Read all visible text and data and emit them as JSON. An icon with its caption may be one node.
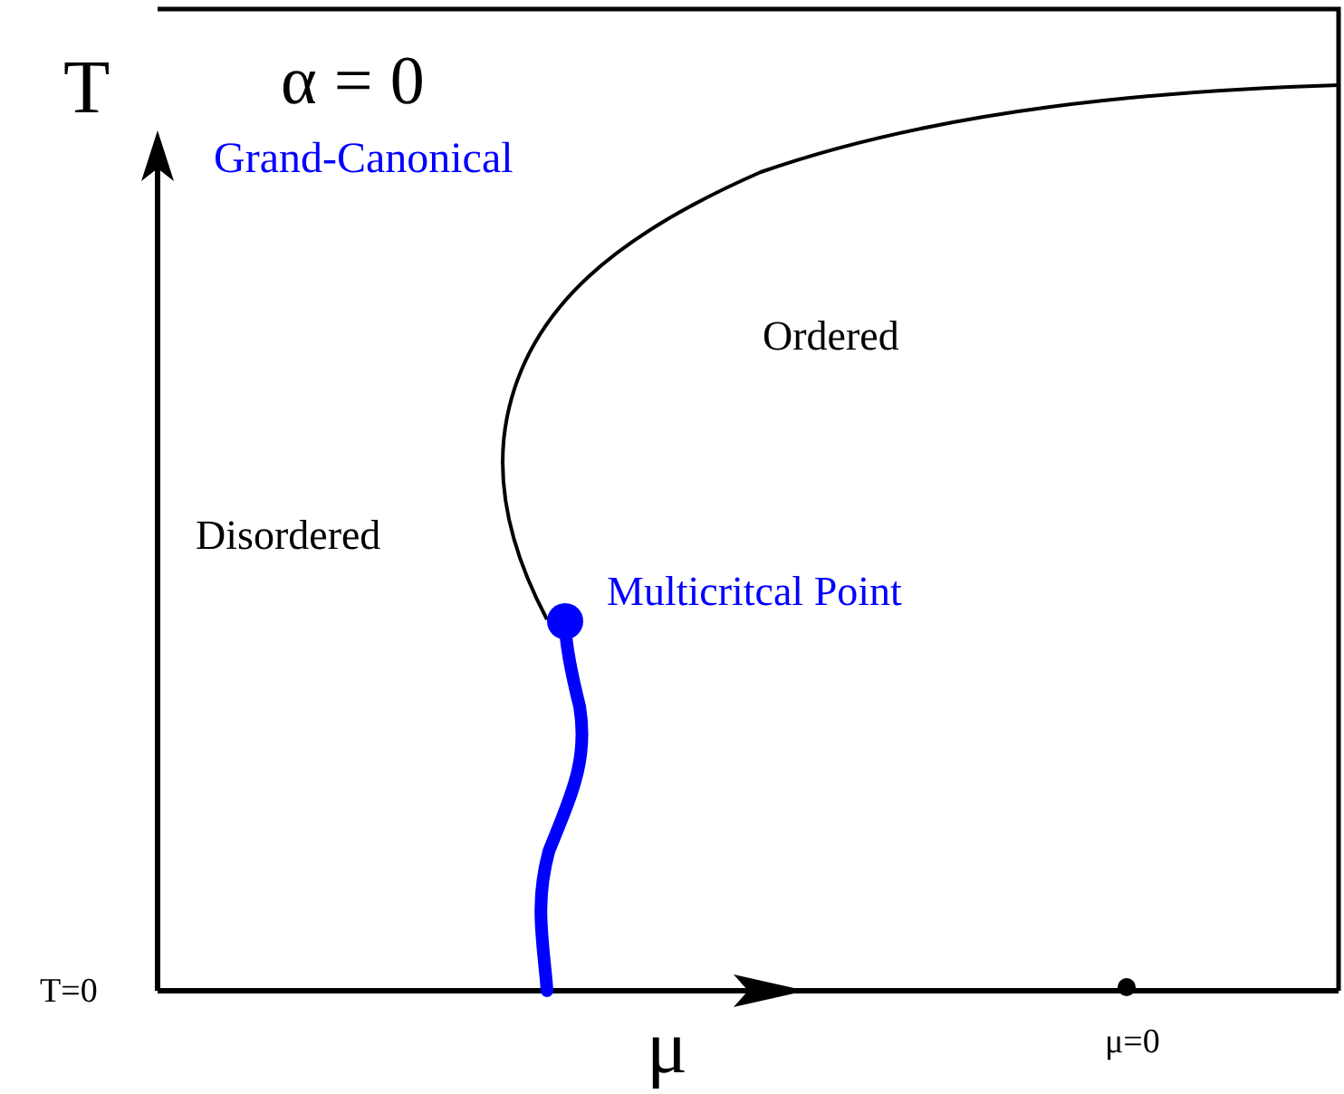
{
  "diagram": {
    "labels": [
      "T",
      "α = 0",
      "Grand-Canonical",
      "Ordered",
      "Disordered",
      "Multicritcal Point",
      "T=0",
      "μ",
      "μ=0"
    ]
  }
}
